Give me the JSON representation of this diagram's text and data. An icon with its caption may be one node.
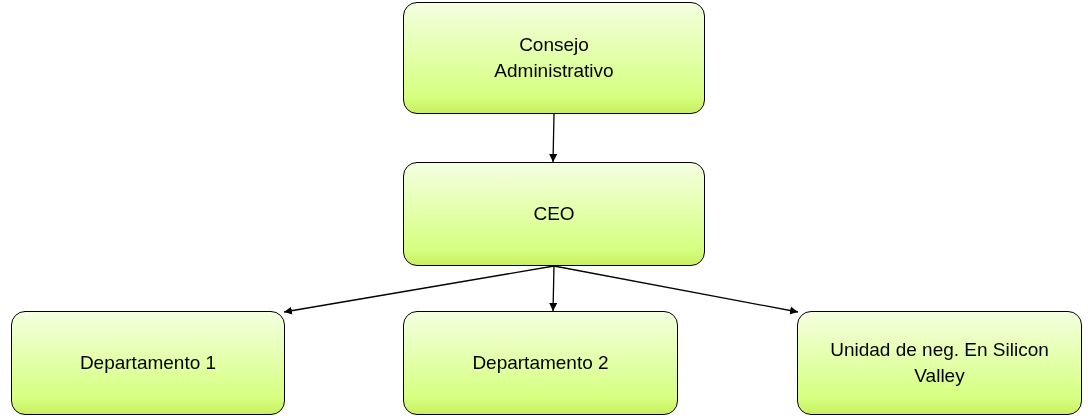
{
  "diagram": {
    "nodes": [
      {
        "text": [
          "Consejo Administrativo"
        ]
      },
      {
        "text": [
          "CEO"
        ]
      },
      {
        "text": [
          "Departamento 1"
        ]
      },
      {
        "text": [
          "Departamento 2"
        ]
      },
      {
        "text": [
          "Unidad de neg. En Silicon Valley"
        ]
      }
    ],
    "edges": [
      {
        "from": 0,
        "to": 1,
        "arrow": "to"
      },
      {
        "from": 1,
        "to": 2,
        "arrow": "to"
      },
      {
        "from": 1,
        "to": 3,
        "arrow": "to"
      },
      {
        "from": 1,
        "to": 4,
        "arrow": "to"
      }
    ]
  }
}
